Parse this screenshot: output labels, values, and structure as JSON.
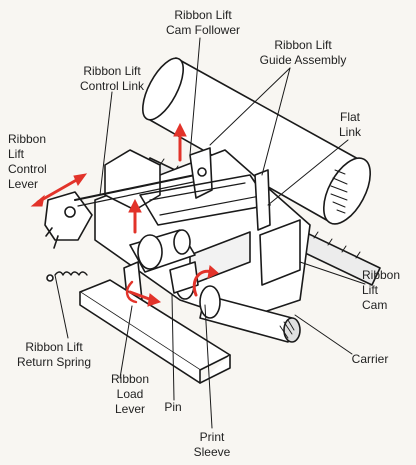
{
  "labels": {
    "cam_follower": "Ribbon Lift\nCam Follower",
    "guide_assembly": "Ribbon Lift\nGuide Assembly",
    "control_link": "Ribbon Lift\nControl Link",
    "flat_link": "Flat\nLink",
    "control_lever": "Ribbon\nLift\nControl\nLever",
    "ribbon_lift_cam": "Ribbon\nLift\nCam",
    "return_spring": "Ribbon Lift\nReturn Spring",
    "carrier": "Carrier",
    "ribbon_load_lever": "Ribbon\nLoad\nLever",
    "pin": "Pin",
    "print_sleeve": "Print\nSleeve"
  },
  "colors": {
    "motion_arrow": "#e2332a",
    "line": "#1a1a1a",
    "paper": "#f8f6f2"
  }
}
